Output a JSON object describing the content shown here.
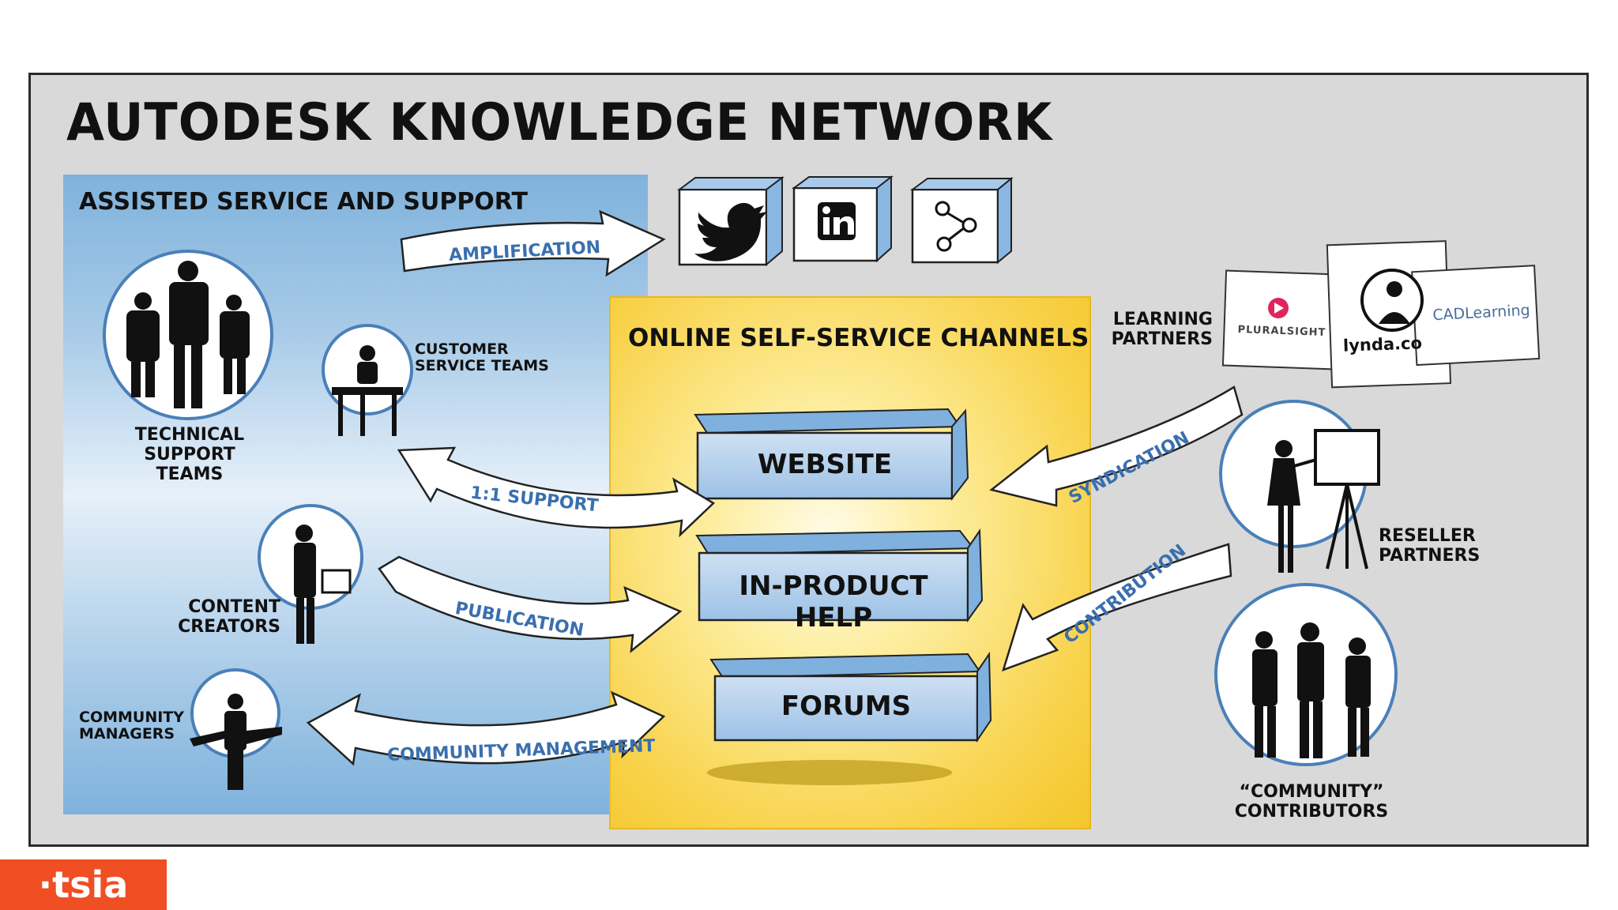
{
  "title": "AUTODESK KNOWLEDGE NETWORK",
  "assisted_section": {
    "title": "ASSISTED SERVICE AND SUPPORT",
    "technical_support": "TECHNICAL SUPPORT TEAMS",
    "customer_service": "CUSTOMER SERVICE TEAMS",
    "content_creators": "CONTENT CREATORS",
    "community_managers": "COMMUNITY MANAGERS"
  },
  "online_section": {
    "title": "ONLINE SELF-SERVICE CHANNELS",
    "channels": [
      "WEBSITE",
      "IN-PRODUCT HELP",
      "FORUMS"
    ]
  },
  "social_icons": [
    "twitter-icon",
    "linkedin-icon",
    "share-icon"
  ],
  "arrows": {
    "amplification": "AMPLIFICATION",
    "support": "1:1 SUPPORT",
    "publication": "PUBLICATION",
    "community_management": "COMMUNITY MANAGEMENT",
    "syndication": "SYNDICATION",
    "contribution": "CONTRIBUTION"
  },
  "partners": {
    "learning_partners": "LEARNING PARTNERS",
    "learning_logos": [
      "PLURALSIGHT",
      "lynda.com",
      "CADLearning"
    ],
    "reseller_partners": "RESELLER PARTNERS",
    "community_contributors": "“COMMUNITY” CONTRIBUTORS"
  },
  "footer": {
    "brand": "·tsia"
  },
  "colors": {
    "blue_panel": "#7fb2dc",
    "yellow_panel": "#f8d24a",
    "arrow_text": "#3a6fae",
    "tsia_orange": "#f04e23"
  }
}
